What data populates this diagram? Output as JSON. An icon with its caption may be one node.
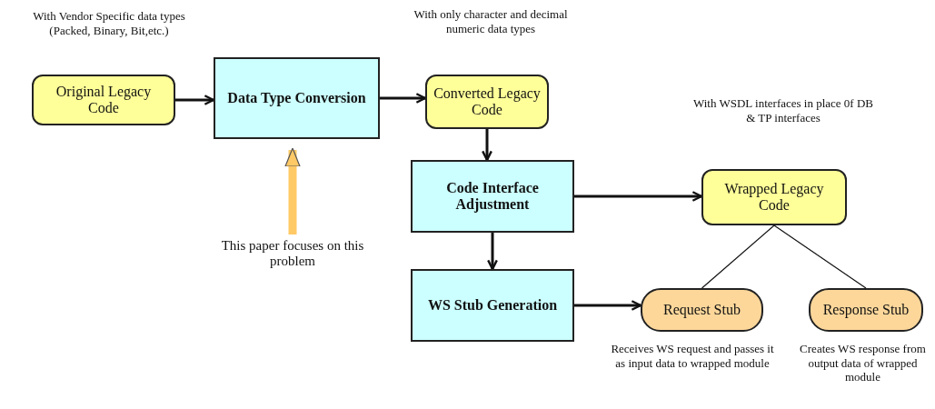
{
  "diagram": {
    "nodes": [
      {
        "text": [
          "Original Legacy Code"
        ],
        "beside": [
          "With Vendor Specific data types (Packed, Binary, Bit,etc.)"
        ]
      },
      {
        "text": [
          "Data Type Conversion"
        ]
      },
      {
        "text": [
          "Converted Legacy Code"
        ],
        "beside": [
          "With only character and decimal numeric data types"
        ]
      },
      {
        "text": [
          "Code Interface Adjustment"
        ]
      },
      {
        "text": [
          "WS Stub Generation"
        ]
      },
      {
        "text": [
          "Wrapped Legacy Code"
        ],
        "beside": [
          "With WSDL interfaces in place 0f DB & TP interfaces"
        ]
      },
      {
        "text": [
          "Request Stub"
        ],
        "beside": [
          "Receives WS request and passes it as input data to wrapped module"
        ]
      },
      {
        "text": [
          "Response Stub"
        ],
        "beside": [
          "Creates WS response from output data of wrapped module"
        ]
      },
      {
        "text": [
          "This paper focuses on this problem"
        ]
      }
    ],
    "edges": [
      {
        "from": 0,
        "to": 1,
        "arrow": "to"
      },
      {
        "from": 1,
        "to": 2,
        "arrow": "to"
      },
      {
        "from": 2,
        "to": 3,
        "arrow": "to"
      },
      {
        "from": 3,
        "to": 4,
        "arrow": "to"
      },
      {
        "from": 3,
        "to": 5,
        "arrow": "to"
      },
      {
        "from": 4,
        "to": 6,
        "arrow": "to"
      },
      {
        "from": 5,
        "to": 6,
        "arrow": "none"
      },
      {
        "from": 5,
        "to": 7,
        "arrow": "none"
      },
      {
        "from": 8,
        "to": 1,
        "arrow": "to",
        "style": "thick",
        "color": "#ffc966"
      }
    ]
  }
}
